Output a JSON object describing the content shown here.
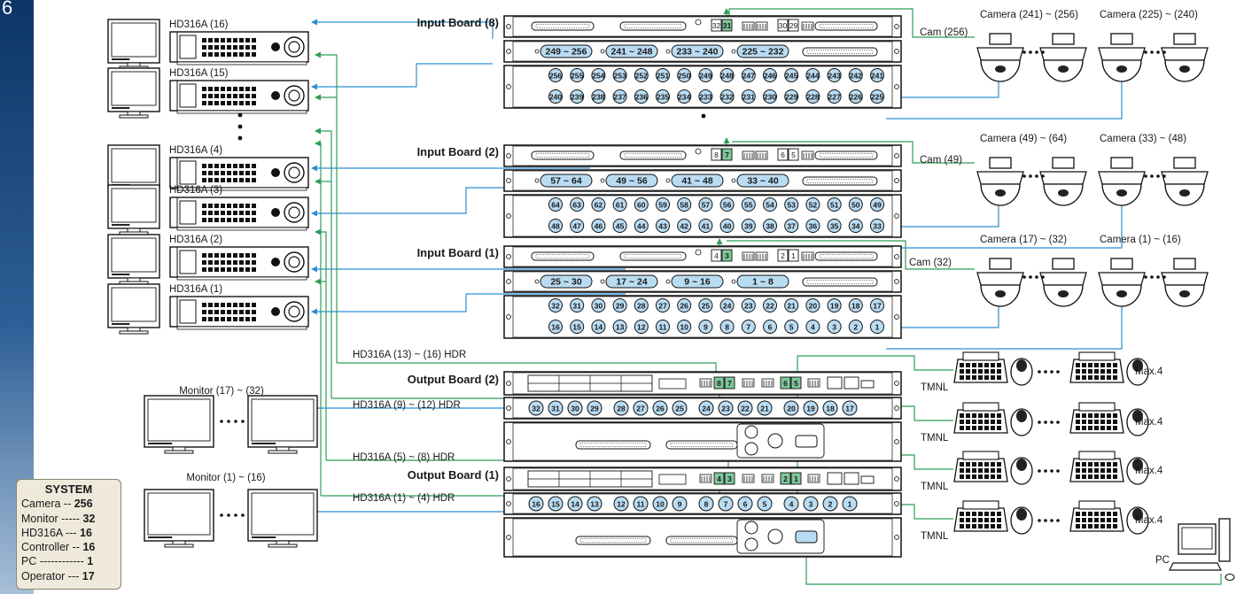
{
  "sidebar": {
    "letter": "6"
  },
  "dvrs": [
    {
      "label": "HD316A (16)"
    },
    {
      "label": "HD316A (15)"
    },
    {
      "label": "HD316A (4)"
    },
    {
      "label": "HD316A (3)"
    },
    {
      "label": "HD316A (2)"
    },
    {
      "label": "HD316A (1)"
    }
  ],
  "input_boards": [
    {
      "title": "Input Board (8)",
      "ports": [
        "249 ~ 256",
        "241 ~ 248",
        "233 ~ 240",
        "225 ~ 232"
      ],
      "dip_a": [
        "32",
        "31"
      ],
      "dip_b": [
        "30",
        "29"
      ],
      "row1": [
        "256",
        "255",
        "254",
        "253",
        "252",
        "251",
        "250",
        "249",
        "248",
        "247",
        "246",
        "245",
        "244",
        "243",
        "242",
        "241"
      ],
      "row2": [
        "240",
        "239",
        "238",
        "237",
        "236",
        "235",
        "234",
        "233",
        "232",
        "231",
        "230",
        "229",
        "228",
        "227",
        "226",
        "225"
      ]
    },
    {
      "title": "Input Board (2)",
      "ports": [
        "57 ~ 64",
        "49 ~ 56",
        "41 ~ 48",
        "33 ~ 40"
      ],
      "dip_a": [
        "8",
        "7"
      ],
      "dip_b": [
        "6",
        "5"
      ],
      "row1": [
        "64",
        "63",
        "62",
        "61",
        "60",
        "59",
        "58",
        "57",
        "56",
        "55",
        "54",
        "53",
        "52",
        "51",
        "50",
        "49"
      ],
      "row2": [
        "48",
        "47",
        "46",
        "45",
        "44",
        "43",
        "42",
        "41",
        "40",
        "39",
        "38",
        "37",
        "36",
        "35",
        "34",
        "33"
      ]
    },
    {
      "title": "Input Board (1)",
      "ports": [
        "25 ~ 30",
        "17 ~ 24",
        "9 ~ 16",
        "1 ~ 8"
      ],
      "dip_a": [
        "4",
        "3"
      ],
      "dip_b": [
        "2",
        "1"
      ],
      "row1": [
        "32",
        "31",
        "30",
        "29",
        "28",
        "27",
        "26",
        "25",
        "24",
        "23",
        "22",
        "21",
        "20",
        "19",
        "18",
        "17"
      ],
      "row2": [
        "16",
        "15",
        "14",
        "13",
        "12",
        "11",
        "10",
        "9",
        "8",
        "7",
        "6",
        "5",
        "4",
        "3",
        "2",
        "1"
      ]
    }
  ],
  "camera_groups": [
    {
      "cam_label": "Cam (256)",
      "group_a": "Camera (241) ~ (256)",
      "group_b": "Camera (225) ~ (240)"
    },
    {
      "cam_label": "Cam (49)",
      "group_a": "Camera (49) ~ (64)",
      "group_b": "Camera (33) ~ (48)"
    },
    {
      "cam_label": "Cam (32)",
      "group_a": "Camera (17) ~ (32)",
      "group_b": "Camera (1) ~ (16)"
    }
  ],
  "output_boards": [
    {
      "title": "Output Board (2)",
      "dip_a": [
        "8",
        "7"
      ],
      "dip_b": [
        "6",
        "5"
      ],
      "outputs": [
        "32",
        "31",
        "30",
        "29",
        "28",
        "27",
        "26",
        "25",
        "24",
        "23",
        "22",
        "21",
        "20",
        "19",
        "18",
        "17"
      ]
    },
    {
      "title": "Output Board (1)",
      "dip_a": [
        "4",
        "3"
      ],
      "dip_b": [
        "2",
        "1"
      ],
      "outputs": [
        "16",
        "15",
        "14",
        "13",
        "12",
        "11",
        "10",
        "9",
        "8",
        "7",
        "6",
        "5",
        "4",
        "3",
        "2",
        "1"
      ]
    }
  ],
  "hdr_labels": [
    "HD316A (13) ~ (16) HDR",
    "HD316A (9) ~ (12) HDR",
    "HD316A (5) ~ (8) HDR",
    "HD316A (1) ~ (4) HDR"
  ],
  "monitor_groups": [
    "Monitor (17) ~ (32)",
    "Monitor (1) ~ (16)"
  ],
  "controllers": {
    "tmnl": "TMNL",
    "max": "Max.4"
  },
  "pc_label": "PC",
  "system": {
    "title": "SYSTEM",
    "rows": [
      {
        "label": "Camera -- ",
        "value": "256"
      },
      {
        "label": "Monitor ----- ",
        "value": "32"
      },
      {
        "label": "HD316A --- ",
        "value": "16"
      },
      {
        "label": "Controller -- ",
        "value": "16"
      },
      {
        "label": "PC ------------ ",
        "value": "1"
      },
      {
        "label": "Operator --- ",
        "value": "17"
      }
    ]
  },
  "colors": {
    "blue_line": "#2a8fd6",
    "green_line": "#2f9e58",
    "port_fill": "#b9dcf3",
    "sidebar": "#1d4a80"
  },
  "icons": {
    "camera": "dome-camera-icon",
    "monitor": "monitor-icon",
    "dvr": "dvr-unit-icon",
    "controller": "keyboard-controller-icon",
    "pc": "pc-icon"
  }
}
